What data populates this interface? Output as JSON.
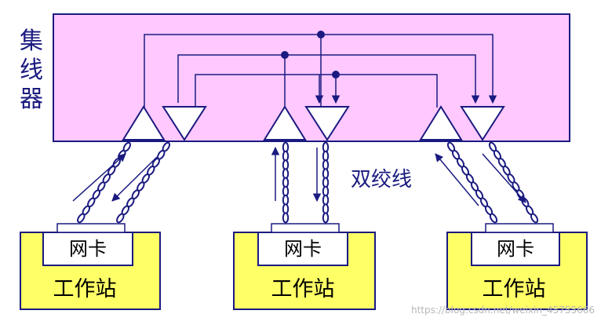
{
  "hub": {
    "label_chars": [
      "集",
      "线",
      "器"
    ],
    "fill": "#ffc8ff",
    "border": "#1a1a80"
  },
  "cable_label": "双绞线",
  "stations": [
    {
      "nic_label": "网卡",
      "label": "工作站"
    },
    {
      "nic_label": "网卡",
      "label": "工作站"
    },
    {
      "nic_label": "网卡",
      "label": "工作站"
    }
  ],
  "colors": {
    "line": "#1a1a80",
    "station_fill": "#ffff66",
    "nic_fill": "#ffffff",
    "twist_fill": "#ffffff"
  },
  "watermark": "https://blog.csdn.net/weixin_45755666"
}
